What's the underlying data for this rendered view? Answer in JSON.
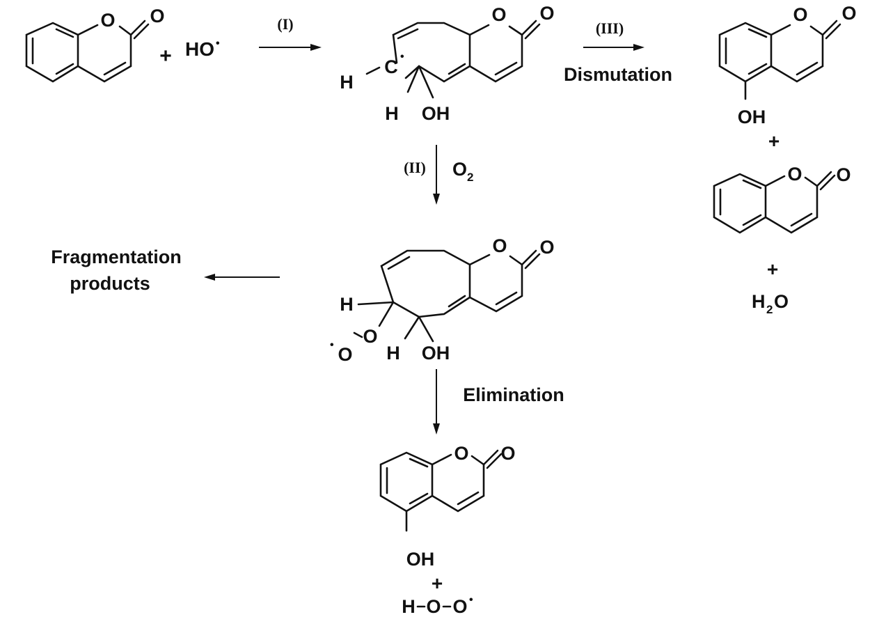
{
  "reactant": {
    "plus": "+",
    "radical_label": "HO",
    "radical_dot": "•",
    "ring_oxygen": "O",
    "carbonyl_oxygen": "O"
  },
  "step_I": {
    "label": "(I)"
  },
  "intermediate": {
    "radical_carbon": "C",
    "radical_dot": "•",
    "h_radical_carbon": "H",
    "h_c5": "H",
    "oh": "OH",
    "ring_oxygen": "O",
    "carbonyl_oxygen": "O"
  },
  "step_III": {
    "label": "(III)",
    "name": "Dismutation"
  },
  "dismutation_products": {
    "hydroxy_oh": "OH",
    "hydroxy_ring_oxygen": "O",
    "hydroxy_carbonyl_oxygen": "O",
    "plus_1": "+",
    "coumarin_ring_oxygen": "O",
    "coumarin_carbonyl_oxygen": "O",
    "plus_2": "+",
    "water_h": "H",
    "water_sub": "2",
    "water_o": "O"
  },
  "step_II": {
    "label": "(II)",
    "reagent": "O",
    "reagent_sub": "2"
  },
  "peroxyl": {
    "h_c6": "H",
    "peroxy_o1": "O",
    "peroxy_o2": "O",
    "radical_dot": "•",
    "h_c5": "H",
    "oh": "OH",
    "ring_oxygen": "O",
    "carbonyl_oxygen": "O"
  },
  "fragmentation": {
    "line1": "Fragmentation",
    "line2": "products"
  },
  "elimination": {
    "name": "Elimination"
  },
  "final": {
    "oh": "OH",
    "ring_oxygen": "O",
    "carbonyl_oxygen": "O",
    "plus": "+",
    "hooh_h": "H",
    "hooh_o1": "O",
    "hooh_o2": "O",
    "hooh_dot": "•"
  }
}
